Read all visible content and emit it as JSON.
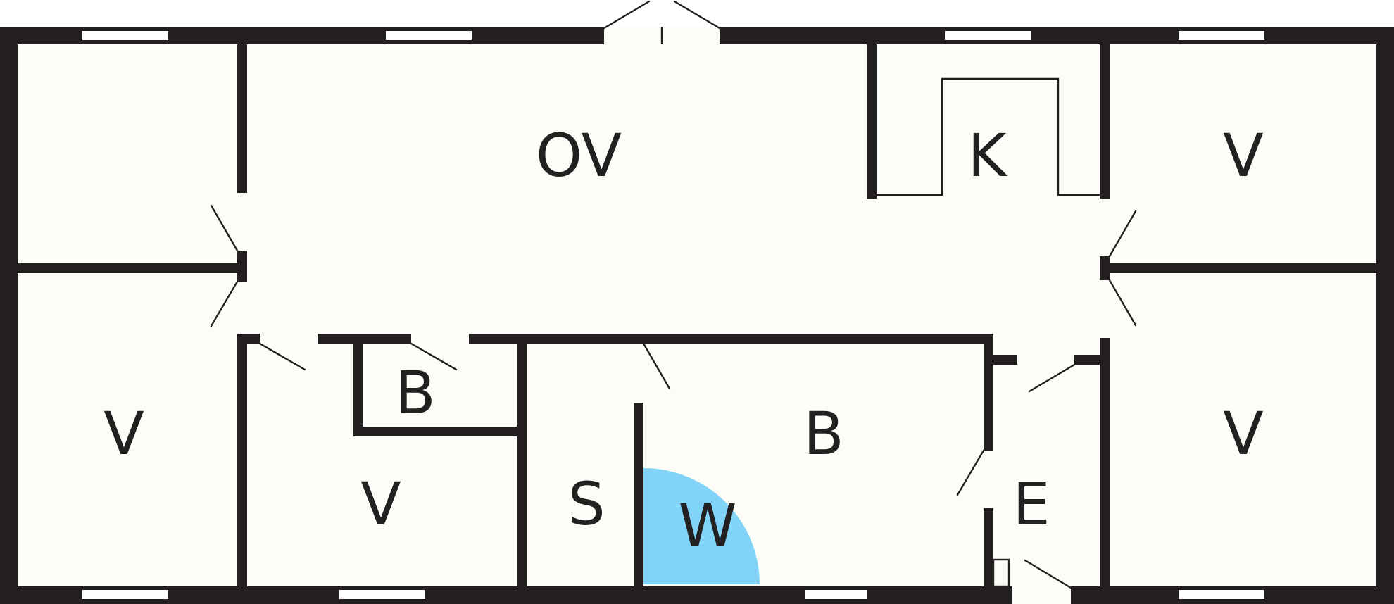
{
  "floorplan": {
    "colors": {
      "wall": "#231f20",
      "floor": "#fdfdf7",
      "window": "#ffffff",
      "shower_arc": "#81d4f7",
      "label": "#222020"
    },
    "rooms": {
      "ov": "OV",
      "k": "K",
      "v_top_right": "V",
      "v_left": "V",
      "v_middle": "V",
      "v_bottom_right": "V",
      "b_small": "B",
      "b_large": "B",
      "s": "S",
      "w": "W",
      "e": "E"
    }
  }
}
